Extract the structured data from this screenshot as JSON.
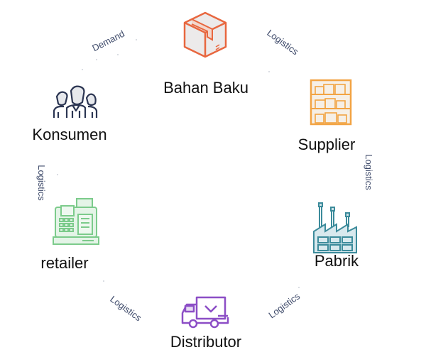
{
  "nodes": {
    "bahan_baku": "Bahan Baku",
    "supplier": "Supplier",
    "pabrik": "Pabrik",
    "distributor": "Distributor",
    "retailer": "retailer",
    "konsumen": "Konsumen"
  },
  "links": {
    "konsumen_bahan": "Demand",
    "bahan_supplier": "Logistics",
    "supplier_pabrik": "Logistics",
    "pabrik_distributor": "Logistics",
    "distributor_retailer": "Logistics",
    "retailer_konsumen": "Logistics"
  },
  "colors": {
    "bahan_baku": "#e8673f",
    "supplier": "#f2a444",
    "pabrik": "#3c8b9b",
    "distributor": "#8c4ec6",
    "retailer": "#7ccb8b",
    "konsumen": "#2b3552"
  }
}
